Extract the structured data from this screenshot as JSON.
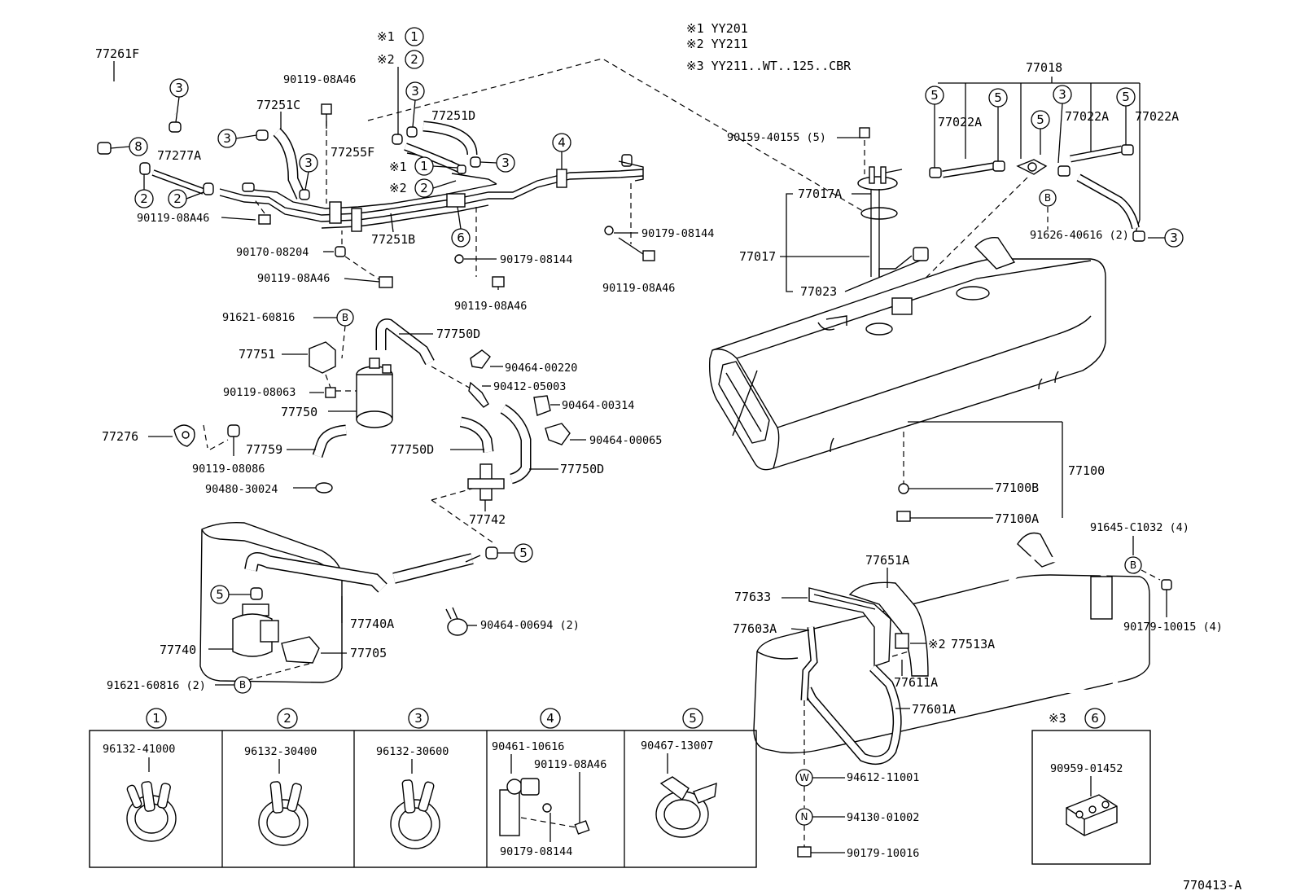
{
  "notes": {
    "n1": "※1 YY201",
    "n2": "※2 YY211",
    "n3": "※3 YY211..WT..125..CBR"
  },
  "figure_id": "770413-A",
  "callouts": {
    "c1": "1",
    "c2": "2",
    "c3": "3",
    "c4": "4",
    "c5": "5",
    "c6": "6",
    "cB": "B",
    "cW": "W",
    "cN": "N",
    "mark1": "※1",
    "mark2": "※2",
    "mark3": "※3"
  },
  "labels": {
    "p77261F": "77261F",
    "p77277A": "77277A",
    "p90119_08A46_a": "90119-08A46",
    "p90119_08A46_b": "90119-08A46",
    "p90119_08A46_c": "90119-08A46",
    "p90119_08A46_d": "90119-08A46",
    "p90119_08A46_e": "90119-08A46",
    "p77251C": "77251C",
    "p77251D": "77251D",
    "p77255F": "77255F",
    "p77251B": "77251B",
    "p90170_08204": "90170-08204",
    "p90179_08144_a": "90179-08144",
    "p90179_08144_b": "90179-08144",
    "p90159_40155": "90159-40155 (5)",
    "p77017A": "77017A",
    "p77017": "77017",
    "p77023": "77023",
    "p77018": "77018",
    "p77022A_a": "77022A",
    "p77022A_b": "77022A",
    "p77022A_c": "77022A",
    "p91626_40616": "91626-40616 (2)",
    "p91621_60816": "91621-60816",
    "p77750D_a": "77750D",
    "p77750D_b": "77750D",
    "p77750D_c": "77750D",
    "p77751": "77751",
    "p90464_00220": "90464-00220",
    "p90412_05003": "90412-05003",
    "p90119_08063": "90119-08063",
    "p90464_00314": "90464-00314",
    "p77750": "77750",
    "p90464_00065": "90464-00065",
    "p77276": "77276",
    "p77759": "77759",
    "p90119_08086": "90119-08086",
    "p90480_30024": "90480-30024",
    "p77742": "77742",
    "p77100": "77100",
    "p77100B": "77100B",
    "p77100A": "77100A",
    "p77740A": "77740A",
    "p77740": "77740",
    "p77705": "77705",
    "p90464_00694": "90464-00694 (2)",
    "p91621_60816_2": "91621-60816 (2)",
    "p77651A": "77651A",
    "p91645_C1032": "91645-C1032 (4)",
    "p77633": "77633",
    "p77603A": "77603A",
    "p77513A": "77513A",
    "p90179_10015": "90179-10015 (4)",
    "p77611A": "77611A",
    "p77601A": "77601A",
    "p94612_11001": "94612-11001",
    "p94130_01002": "94130-01002",
    "p90179_10016": "90179-10016"
  },
  "legend_boxes": {
    "b1": "96132-41000",
    "b2": "96132-30400",
    "b3": "96132-30600",
    "b4a": "90461-10616",
    "b4b": "90119-08A46",
    "b4c": "90179-08144",
    "b5": "90467-13007",
    "b6": "90959-01452"
  }
}
